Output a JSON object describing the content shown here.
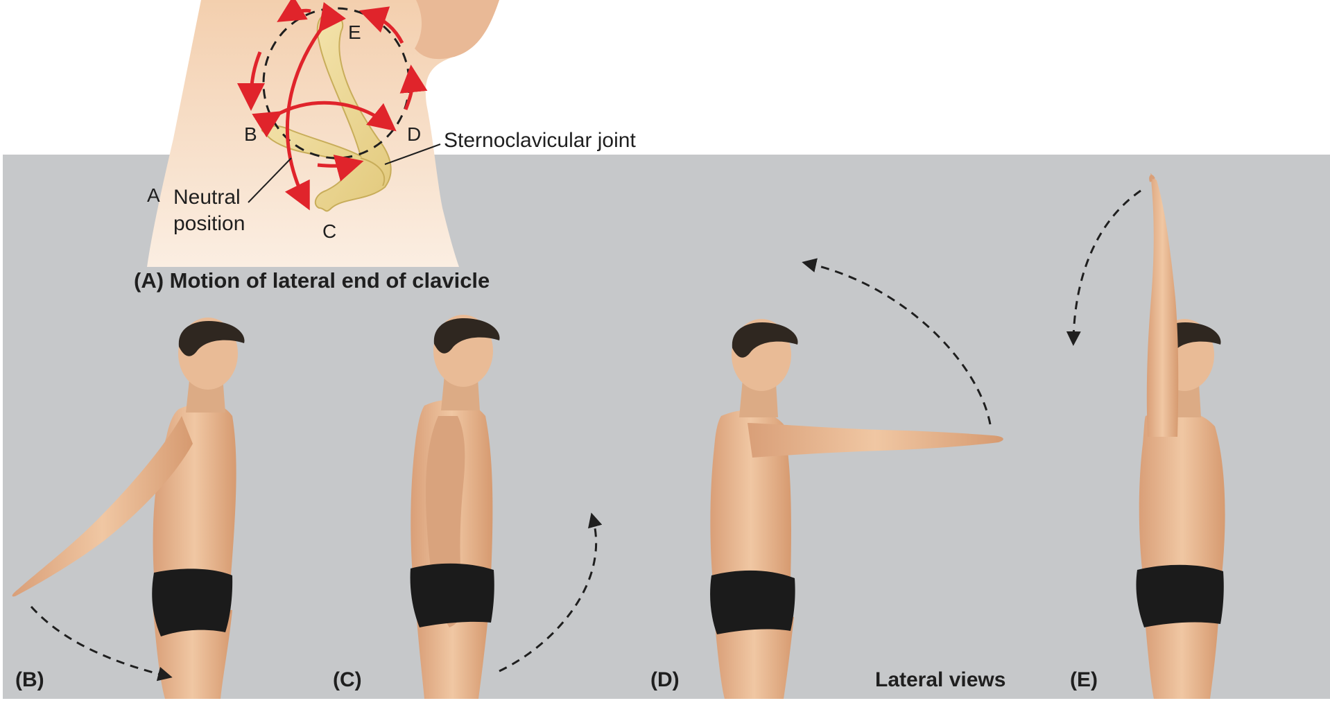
{
  "figure": {
    "colors": {
      "background": "#ffffff",
      "panel_background": "#c6c8ca",
      "skin": "#e8bd98",
      "skin_shadow": "#c98f68",
      "bone": "#efdb9c",
      "bone_outline": "#c8ad5a",
      "motion_arrow": "#e0242b",
      "dashed_arrow": "#1f1f1f",
      "briefs": "#1b1b1b",
      "hair": "#2f2720"
    },
    "inset": {
      "caption": "(A) Motion of lateral end of clavicle",
      "points": {
        "a": "A",
        "b": "B",
        "c": "C",
        "d": "D",
        "e": "E"
      },
      "callout_joint": "Sternoclavicular joint",
      "callout_neutral_line1": "Neutral",
      "callout_neutral_line2": "position"
    },
    "panels": [
      {
        "label": "(B)",
        "pose": "arm extended backward"
      },
      {
        "label": "(C)",
        "pose": "arm at side"
      },
      {
        "label": "(D)",
        "pose": "arm flexed forward to horizontal"
      },
      {
        "label": "(E)",
        "pose": "arm raised overhead"
      }
    ],
    "views_label": "Lateral views"
  }
}
